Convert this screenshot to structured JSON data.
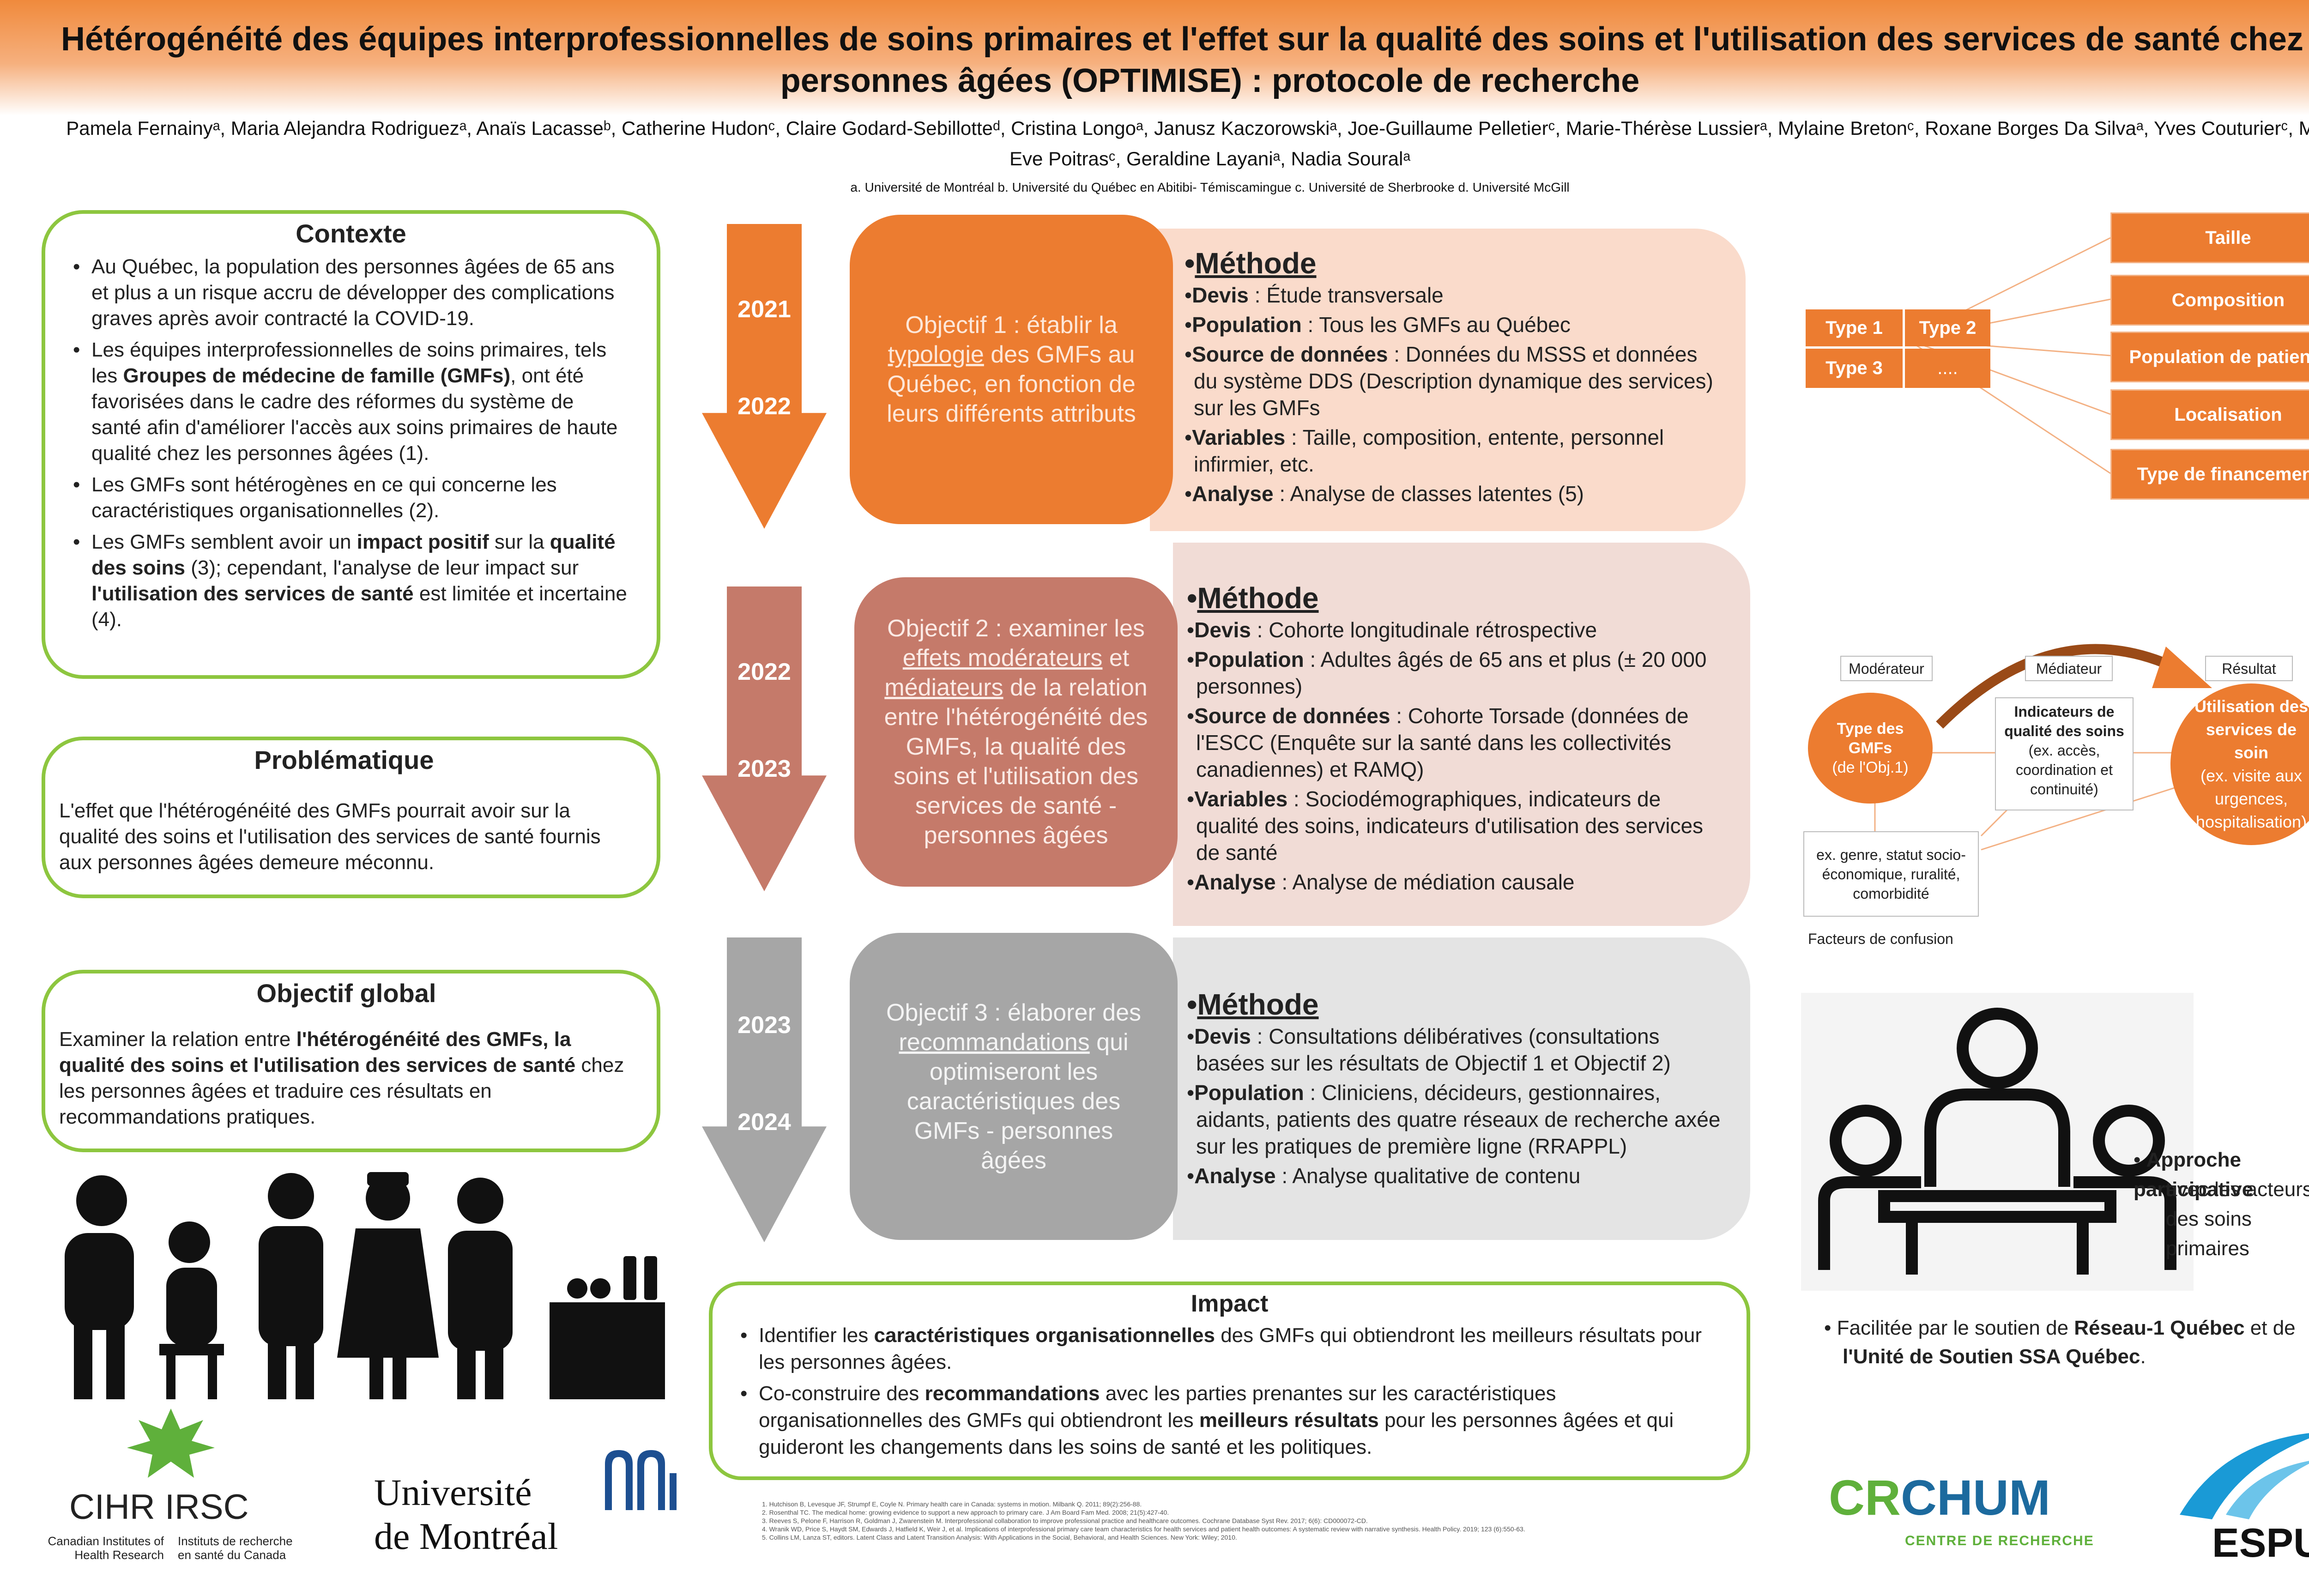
{
  "title": "Hétérogénéité des équipes interprofessionnelles de soins primaires et l'effet sur la qualité des soins et l'utilisation des services de santé chez les personnes âgées (OPTIMISE) : protocole de recherche",
  "authors": "Pamela Fernainyᵃ, Maria Alejandra Rodriguezᵃ, Anaïs Lacasseᵇ, Catherine Hudonᶜ, Claire Godard-Sebillotteᵈ, Cristina Longoᵃ, Janusz Kaczorowskiᵃ, Joe-Guillaume Pelletierᶜ, Marie-Thérèse Lussierᵃ, Mylaine Bretonᶜ, Roxane Borges Da Silvaᵃ, Yves Couturierᶜ, Marie-Eve Poitrasᶜ, Geraldine Layaniᵃ, Nadia Souralᵃ",
  "affiliations": "a. Université de Montréal b. Université du Québec en Abitibi- Témiscamingue c. Université de Sherbrooke d. Université McGill",
  "contexte": {
    "heading": "Contexte",
    "items": [
      "Au Québec, la population des personnes âgées de 65 ans et plus a un risque accru de développer des complications graves après avoir contracté la COVID-19.",
      "Les équipes interprofessionnelles de soins primaires, tels les Groupes de médecine de famille (GMFs), ont été favorisées dans le cadre des réformes du système de santé afin d'améliorer l'accès aux soins primaires de haute qualité chez les personnes âgées (1).",
      "Les GMFs sont hétérogènes en ce qui concerne les caractéristiques organisationnelles (2).",
      "Les GMFs semblent avoir un impact positif sur la qualité des soins (3); cependant, l'analyse de leur impact sur l'utilisation des services de santé est limitée et incertaine (4)."
    ]
  },
  "problematique": {
    "heading": "Problématique",
    "text": "L'effet que l'hétérogénéité des GMFs pourrait avoir sur la qualité des soins et l'utilisation des services de santé fournis aux personnes âgées demeure méconnu."
  },
  "objectif_global": {
    "heading": "Objectif global",
    "text": "Examiner la relation entre l'hétérogénéité des GMFs, la qualité des soins et l'utilisation des services de santé chez les personnes âgées et traduire ces résultats en recommandations pratiques."
  },
  "objectives": [
    {
      "years": [
        "2021",
        "2022"
      ],
      "text": "Objectif 1 : établir la typologie des GMFs au Québec, en fonction de leurs différents attributs",
      "method_title": "Méthode",
      "method": [
        {
          "k": "Devis",
          "v": " : Étude transversale"
        },
        {
          "k": "Population",
          "v": " : Tous les GMFs au Québec"
        },
        {
          "k": "Source de données",
          "v": " : Données du MSSS et données du système DDS (Description dynamique des services) sur les GMFs"
        },
        {
          "k": "Variables",
          "v": " : Taille, composition, entente, personnel infirmier, etc."
        },
        {
          "k": "Analyse",
          "v": " : Analyse de classes latentes (5)"
        }
      ]
    },
    {
      "years": [
        "2022",
        "2023"
      ],
      "text": "Objectif 2 : examiner les effets modérateurs et médiateurs de la relation entre l'hétérogénéité des GMFs, la qualité des soins et l'utilisation des services de santé - personnes âgées",
      "method_title": "Méthode",
      "method": [
        {
          "k": "Devis",
          "v": " : Cohorte longitudinale rétrospective"
        },
        {
          "k": "Population",
          "v": " : Adultes âgés de 65 ans et plus (± 20 000 personnes)"
        },
        {
          "k": "Source de données",
          "v": " : Cohorte Torsade (données de l'ESCC (Enquête sur la santé dans les collectivités canadiennes) et RAMQ)"
        },
        {
          "k": "Variables",
          "v": " : Sociodémographiques, indicateurs de qualité des soins, indicateurs d'utilisation des services de santé"
        },
        {
          "k": "Analyse",
          "v": " : Analyse de médiation causale"
        }
      ]
    },
    {
      "years": [
        "2023",
        "2024"
      ],
      "text": "Objectif 3 : élaborer des recommandations qui optimiseront les caractéristiques des GMFs - personnes âgées",
      "method_title": "Méthode",
      "method": [
        {
          "k": "Devis",
          "v": " : Consultations délibératives (consultations basées sur les résultats de Objectif 1 et Objectif 2)"
        },
        {
          "k": "Population",
          "v": " : Cliniciens, décideurs, gestionnaires, aidants, patients des quatre réseaux de recherche axée sur les pratiques de première ligne (RRAPPL)"
        },
        {
          "k": "Analyse",
          "v": " : Analyse qualitative de contenu"
        }
      ]
    }
  ],
  "typology": {
    "cells": [
      "Type 1",
      "Type 2",
      "Type 3",
      "...."
    ],
    "attributes": [
      "Taille",
      "Composition",
      "Population de patients",
      "Localisation",
      "Type de financement"
    ]
  },
  "mediation": {
    "labels": [
      "Modérateur",
      "Médiateur",
      "Résultat"
    ],
    "left_circle": [
      "Type des GMFs",
      "(de l'Obj.1)"
    ],
    "middle_title": "Indicateurs de qualité des soins",
    "middle_detail": "(ex. accès, coordination et continuité)",
    "right_circle_bold": "Utilisation des services de soin",
    "right_circle_detail": "(ex. visite aux urgences, hospitalisation)",
    "confounders": "ex. genre, statut socio-économique, ruralité, comorbidité",
    "confounders_label": "Facteurs de confusion"
  },
  "participatory": {
    "bold": "Approche participative",
    "rest": "avec les acteurs des soins primaires",
    "support_pre": "Facilitée par le soutien de ",
    "support_b1": "Réseau-1 Québec",
    "support_mid": " et de ",
    "support_b2": "l'Unité de Soutien SSA Québec",
    "support_end": "."
  },
  "impact": {
    "heading": "Impact",
    "items": [
      "Identifier les caractéristiques organisationnelles des GMFs qui obtiendront les meilleurs résultats pour les personnes âgées.",
      "Co-construire des recommandations avec les parties prenantes sur les caractéristiques organisationnelles des GMFs qui obtiendront les meilleurs résultats pour les personnes âgées et qui guideront les changements dans les soins de santé et les politiques."
    ]
  },
  "references": [
    "1. Hutchison B, Levesque JF, Strumpf E, Coyle N. Primary health care in Canada: systems in motion. Milbank Q. 2011; 89(2):256-88.",
    "2. Rosenthal TC. The medical home: growing evidence to support a new approach to primary care. J Am Board Fam Med. 2008; 21(5):427-40.",
    "3. Reeves S, Pelone F, Harrison R, Goldman J, Zwarenstein M. Interprofessional collaboration to improve professional practice and healthcare outcomes. Cochrane Database Syst Rev. 2017; 6(6): CD000072-CD.",
    "4. Wranik WD, Price S, Haydt SM, Edwards J, Hatfield K, Weir J, et al. Implications of interprofessional primary care team characteristics for health services and patient health outcomes: A systematic review with narrative synthesis. Health Policy. 2019; 123 (6):550-63.",
    "5. Collins LM, Lanza ST, editors. Latent Class and Latent Transition Analysis: With Applications in the Social, Behavioral, and Health Sciences. New York: Wiley; 2010."
  ],
  "logos": {
    "cihr_1": "CIHR IRSC",
    "cihr_en": "Canadian Institutes of Health Research",
    "cihr_fr": "Instituts de recherche en santé du Canada",
    "udem_1": "Université",
    "udem_2": "de Montréal",
    "crchum_1": "CR",
    "crchum_2": "CHUM",
    "crchum_3": "CENTRE DE RECHERCHE",
    "espum": "ESPUM"
  },
  "colors": {
    "orange": "#ec7c30",
    "rose": "#c57a6a",
    "grey": "#a6a6a6",
    "green": "#8dc63f",
    "cihr_green": "#5fb03b"
  }
}
